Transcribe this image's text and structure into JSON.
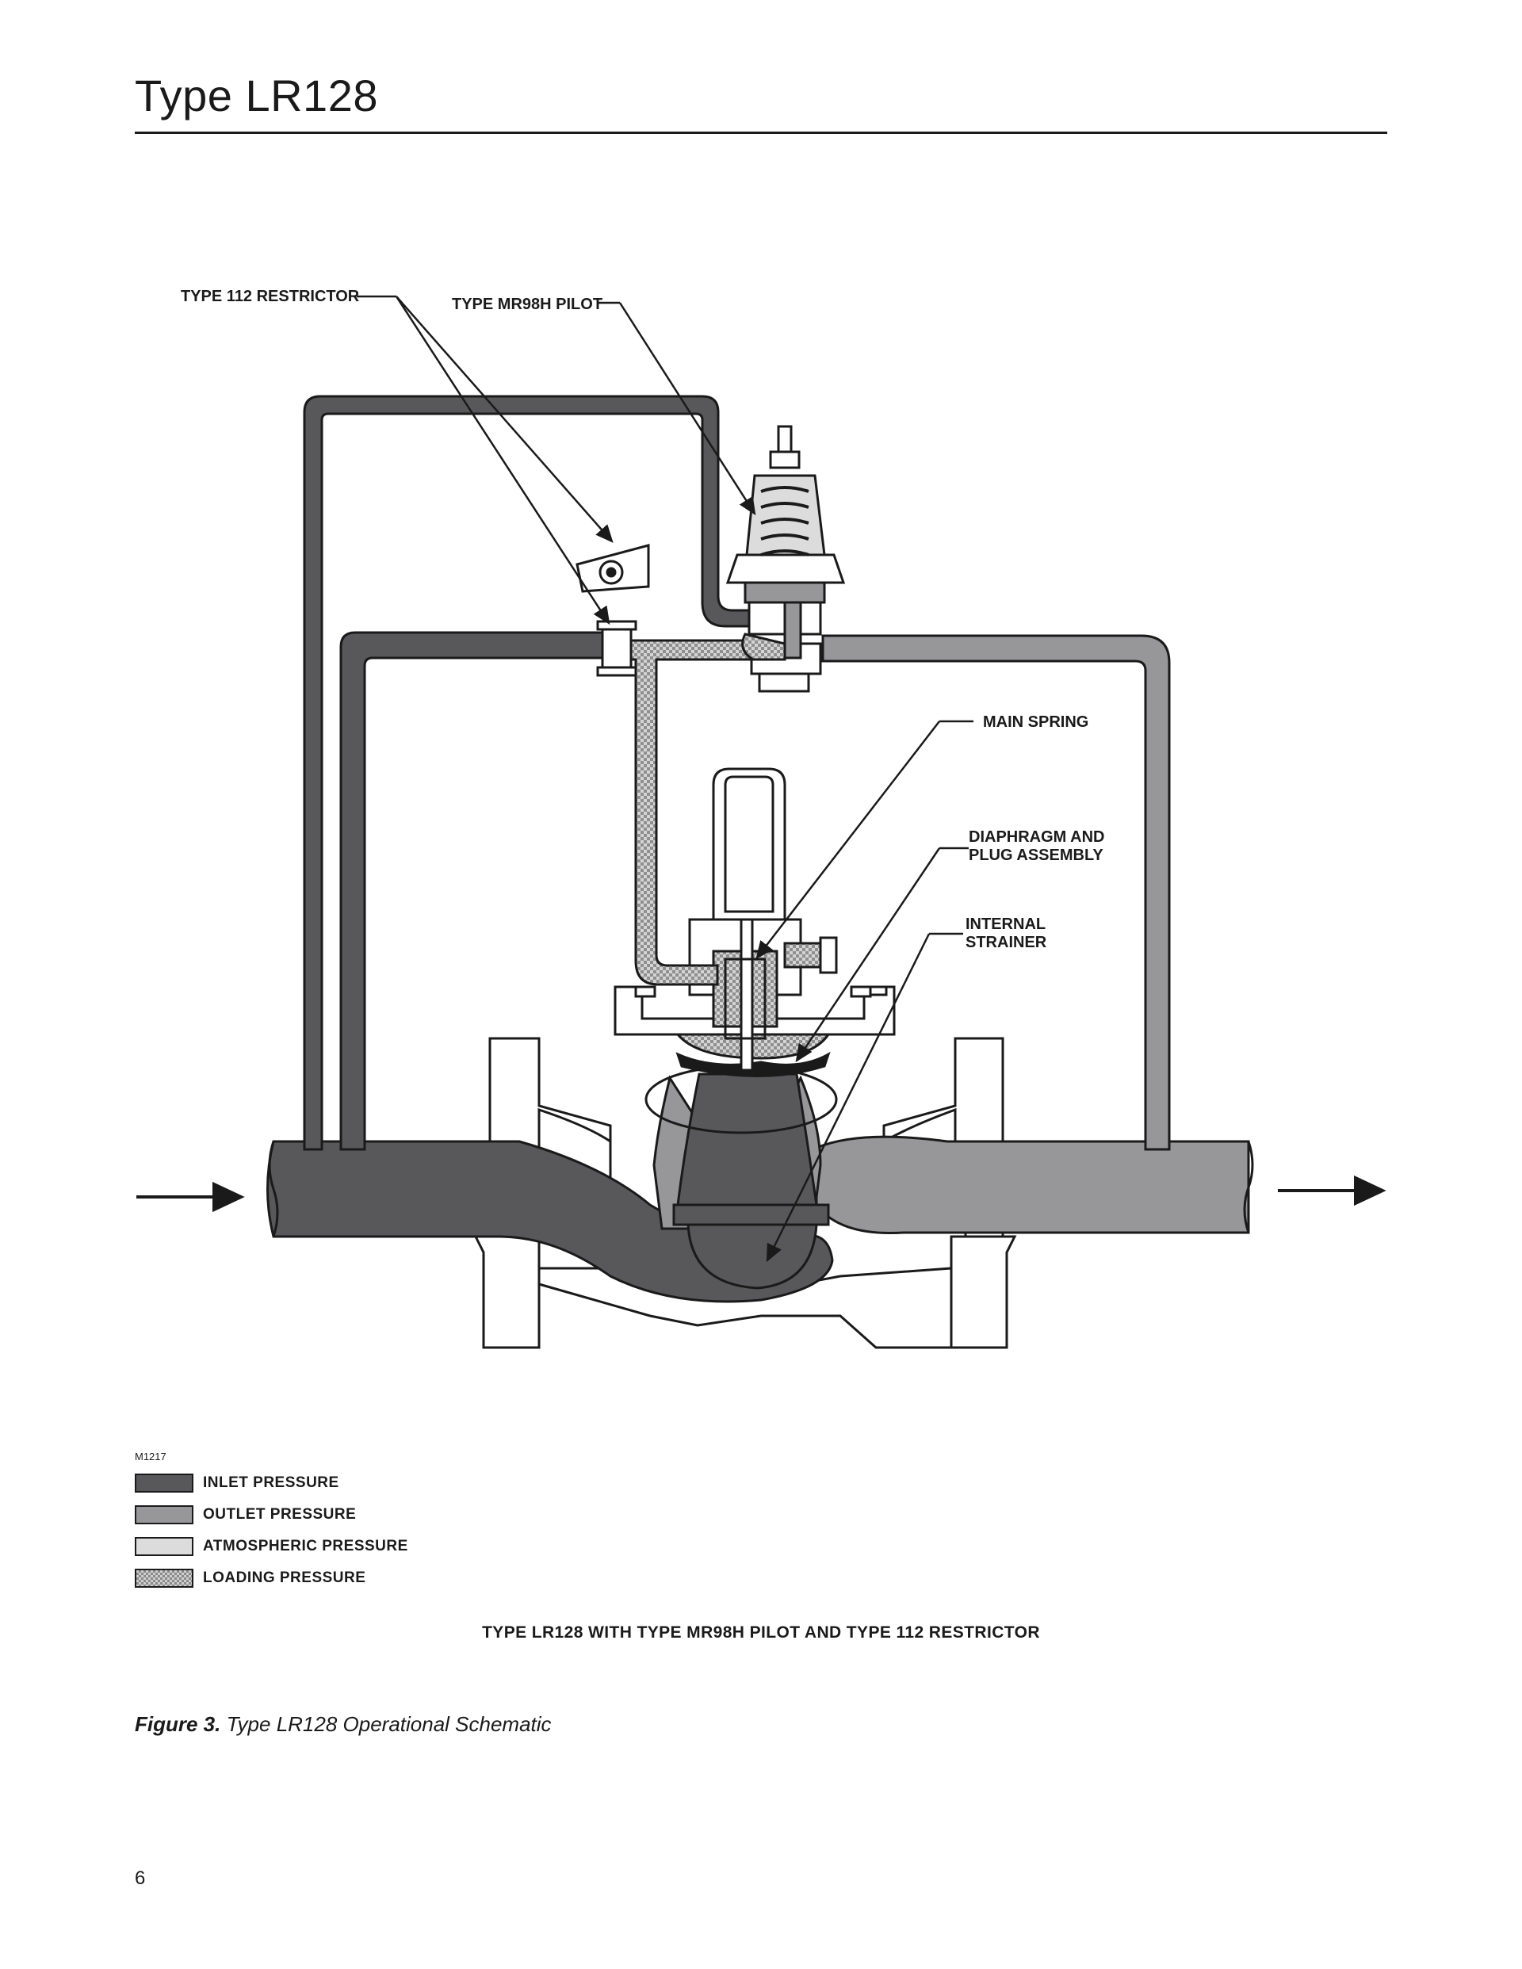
{
  "header": {
    "title": "Type LR128"
  },
  "diagram": {
    "labels": {
      "restrictor": "TYPE 112 RESTRICTOR",
      "pilot": "TYPE MR98H PILOT",
      "main_spring": "MAIN SPRING",
      "diaphragm_line1": "DIAPHRAGM AND",
      "diaphragm_line2": "PLUG ASSEMBLY",
      "strainer_line1": "INTERNAL",
      "strainer_line2": "STRAINER"
    },
    "drawing_number": "M1217",
    "caption": "TYPE LR128 WITH TYPE MR98H PILOT AND TYPE 112 RESTRICTOR",
    "colors": {
      "inlet": "#58585a",
      "outlet": "#979799",
      "atmospheric": "#dcdcdc",
      "loading": "#bdbdbd"
    }
  },
  "legend": {
    "items": [
      {
        "label": "INLET PRESSURE"
      },
      {
        "label": "OUTLET PRESSURE"
      },
      {
        "label": "ATMOSPHERIC PRESSURE"
      },
      {
        "label": "LOADING PRESSURE"
      }
    ]
  },
  "figure": {
    "number": "Figure 3.",
    "title": "Type LR128 Operational Schematic"
  },
  "footer": {
    "page_number": "6"
  }
}
